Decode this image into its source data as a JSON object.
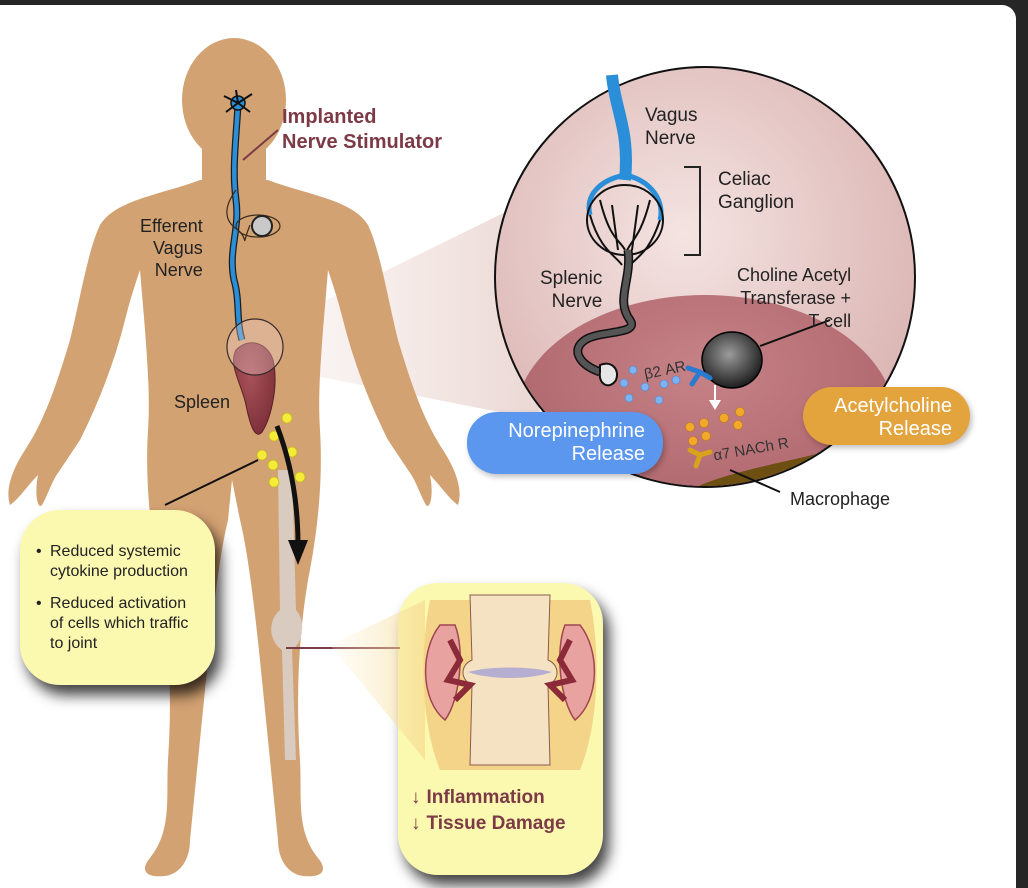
{
  "diagram": {
    "labels": {
      "implanted_stimulator": [
        "Implanted",
        "Nerve Stimulator"
      ],
      "efferent_vagus": [
        "Efferent",
        "Vagus",
        "Nerve"
      ],
      "spleen": "Spleen",
      "vagus_nerve": [
        "Vagus",
        "Nerve"
      ],
      "celiac_ganglion": [
        "Celiac",
        "Ganglion"
      ],
      "splenic_nerve": [
        "Splenic",
        "Nerve"
      ],
      "choline_transferase": [
        "Choline Acetyl",
        "Transferase +",
        "T cell"
      ],
      "beta2_receptor": "β2 AR",
      "alpha7_receptor": "α7 NACh R",
      "macrophage": "Macrophage"
    },
    "pills": {
      "norepinephrine": [
        "Norepinephrine",
        "Release"
      ],
      "acetylcholine": [
        "Acetylcholine",
        "Release"
      ]
    },
    "effects_box": {
      "bullets": [
        "Reduced systemic cytokine production",
        "Reduced activation of cells which traffic to joint"
      ]
    },
    "joint_box": {
      "outcomes": [
        {
          "arrow": "↓",
          "text": "Inflammation"
        },
        {
          "arrow": "↓",
          "text": "Tissue Damage"
        }
      ]
    },
    "colors": {
      "skin": "#d3a273",
      "nerve_blue": "#2a8fd8",
      "maroon_text": "#7c3a46",
      "spleen": "#8c3c44",
      "pill_blue": "#5b97ee",
      "pill_orange": "#e3a33d",
      "box_yellow": "#fbf8b0",
      "particle_yellow": "#f5ec3a"
    }
  }
}
